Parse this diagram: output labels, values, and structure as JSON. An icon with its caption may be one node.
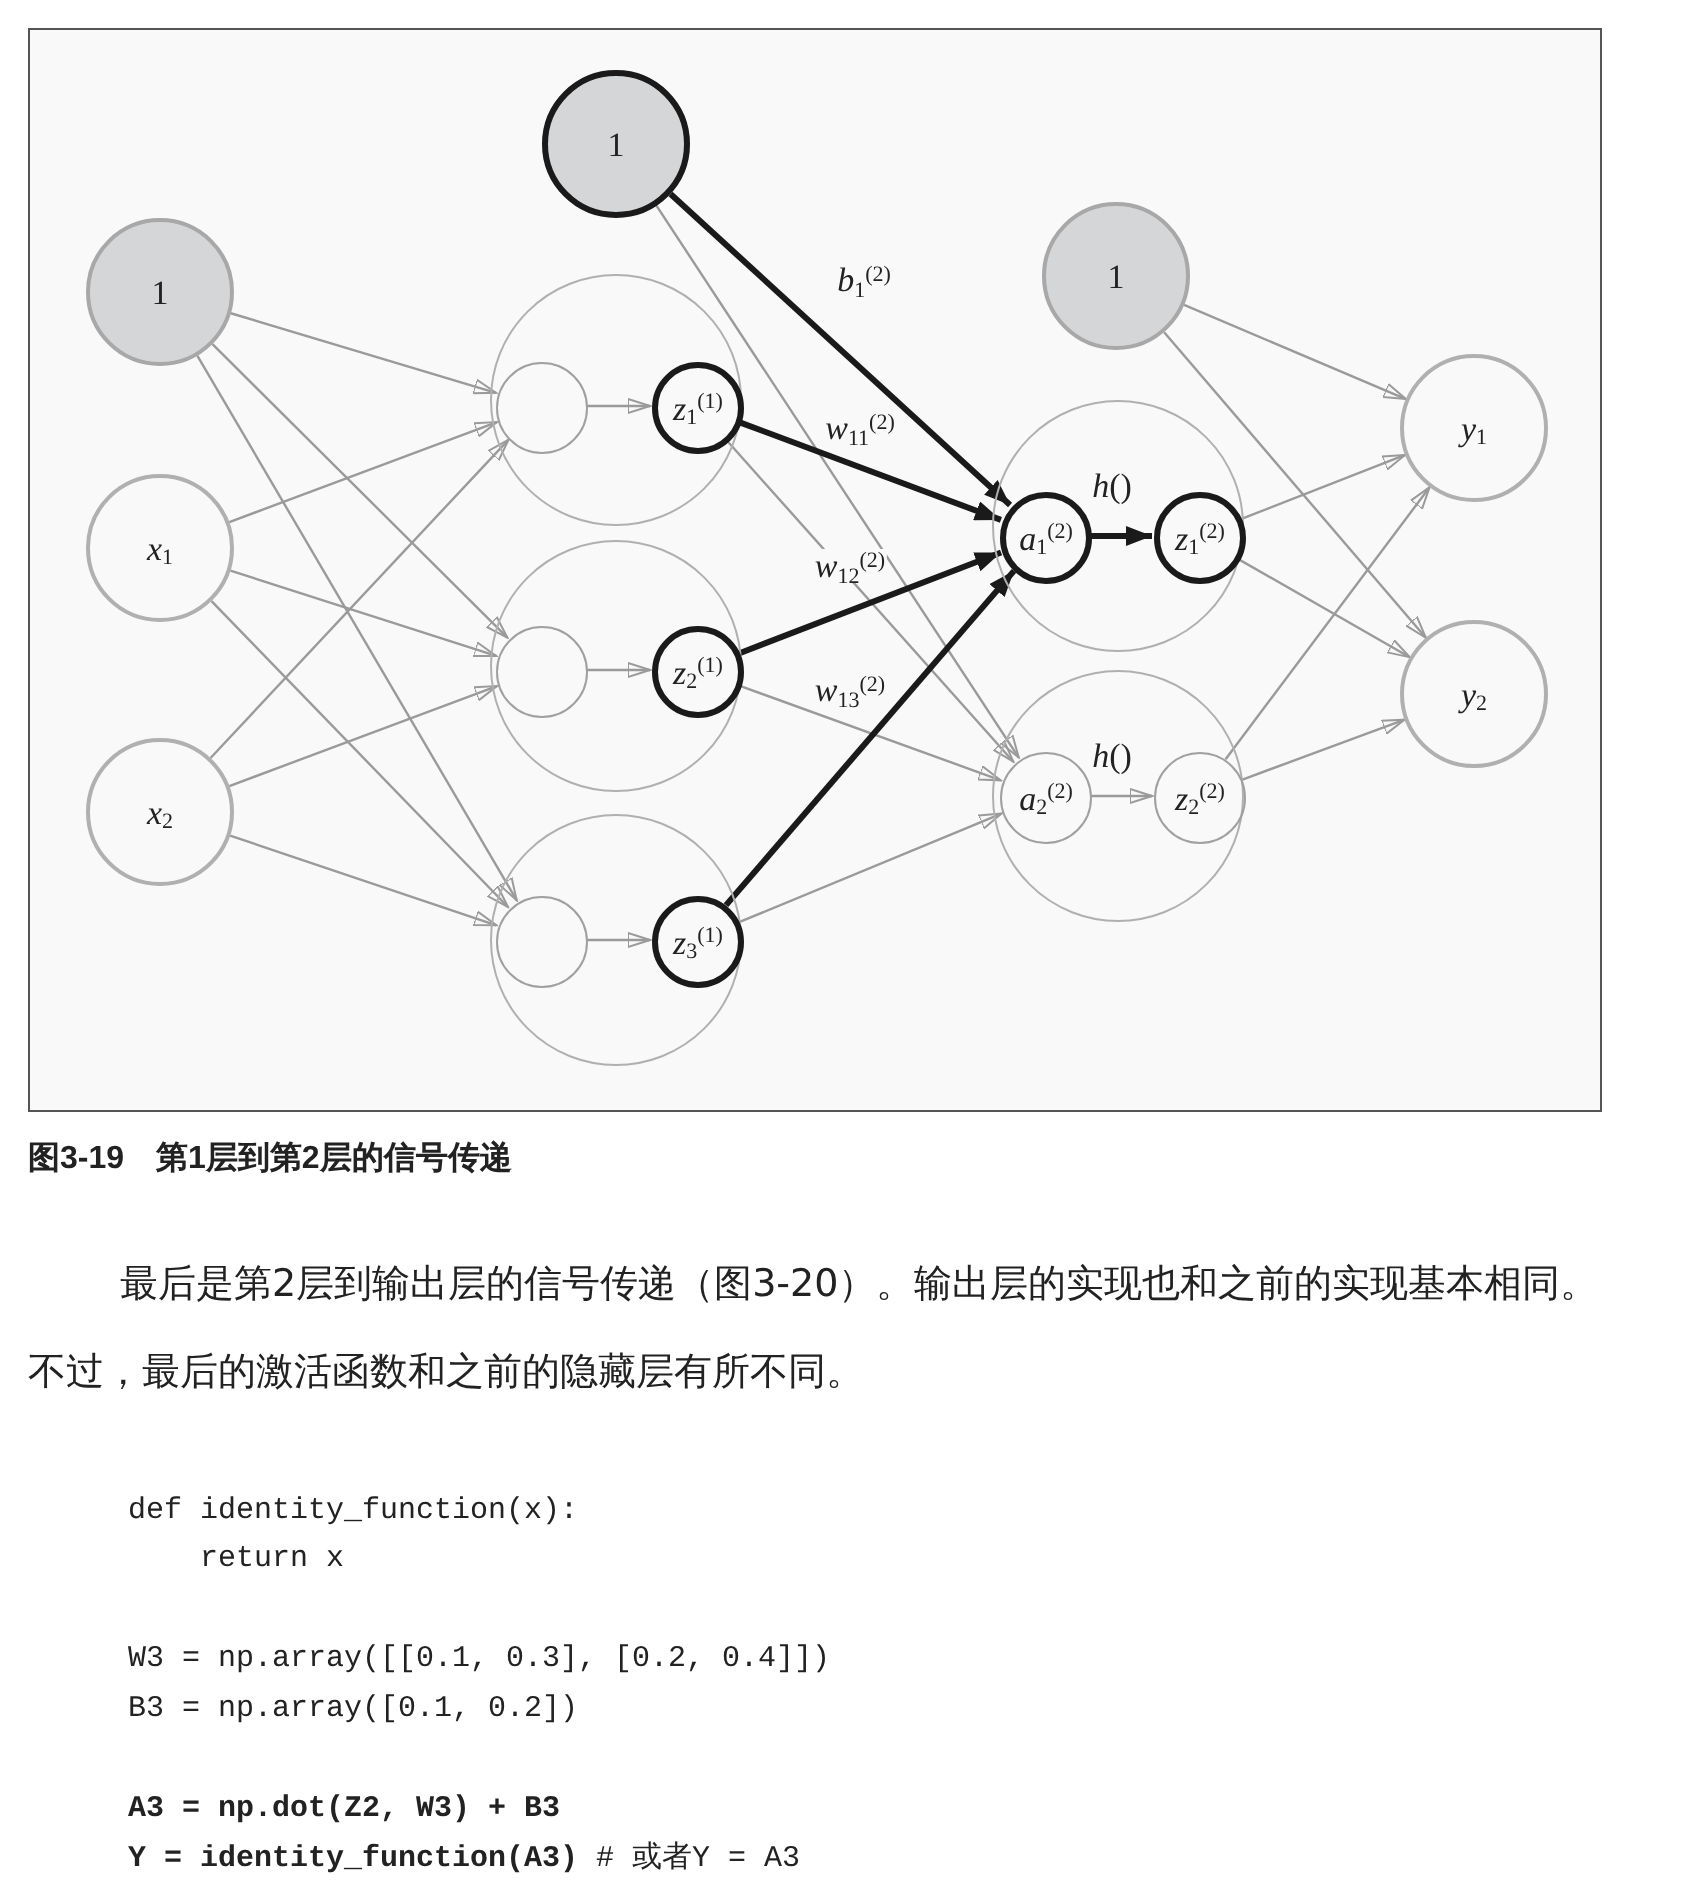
{
  "diagram": {
    "caption": "图3-19　第1层到第2层的信号传递",
    "nodes": [
      {
        "text": [
          "1"
        ]
      },
      {
        "text": [
          "*x*$_{1}$"
        ]
      },
      {
        "text": [
          "*x*$_{2}$"
        ]
      },
      {
        "text": [],
        "shape": "circle"
      },
      {
        "text": [],
        "shape": "circle",
        "in": 3
      },
      {
        "text": [
          "*z*$_{1}$$^{(1)}$"
        ],
        "in": 3
      },
      {
        "text": [],
        "shape": "circle"
      },
      {
        "text": [],
        "shape": "circle",
        "in": 6
      },
      {
        "text": [
          "*z*$_{2}$$^{(1)}$"
        ],
        "in": 6
      },
      {
        "text": [],
        "shape": "circle"
      },
      {
        "text": [],
        "shape": "circle",
        "in": 9
      },
      {
        "text": [
          "*z*$_{3}$$^{(1)}$"
        ],
        "in": 9
      },
      {
        "text": [
          "1"
        ]
      },
      {
        "text": [
          "1"
        ]
      },
      {
        "text": [],
        "shape": "circle"
      },
      {
        "text": [
          "*a*$_{1}$$^{(2)}$"
        ],
        "in": 14
      },
      {
        "text": [
          "*z*$_{1}$$^{(2)}$"
        ],
        "in": 14
      },
      {
        "text": [],
        "shape": "circle"
      },
      {
        "text": [
          "*a*$_{2}$$^{(2)}$"
        ],
        "in": 17
      },
      {
        "text": [
          "*z*$_{2}$$^{(2)}$"
        ],
        "in": 17
      },
      {
        "text": [
          "*y*$_{1}$"
        ]
      },
      {
        "text": [
          "*y*$_{2}$"
        ]
      }
    ],
    "edges": [
      {
        "from": 0,
        "to": 4,
        "arrow": "to"
      },
      {
        "from": 0,
        "to": 7,
        "arrow": "to"
      },
      {
        "from": 0,
        "to": 10,
        "arrow": "to"
      },
      {
        "from": 1,
        "to": 4,
        "arrow": "to"
      },
      {
        "from": 1,
        "to": 7,
        "arrow": "to"
      },
      {
        "from": 1,
        "to": 10,
        "arrow": "to"
      },
      {
        "from": 2,
        "to": 4,
        "arrow": "to"
      },
      {
        "from": 2,
        "to": 7,
        "arrow": "to"
      },
      {
        "from": 2,
        "to": 10,
        "arrow": "to"
      },
      {
        "from": 4,
        "to": 5,
        "arrow": "to"
      },
      {
        "from": 7,
        "to": 8,
        "arrow": "to"
      },
      {
        "from": 10,
        "to": 11,
        "arrow": "to"
      },
      {
        "from": 12,
        "to": 15,
        "arrow": "to",
        "label": "*b*$_{1}$$^{(2)}$",
        "style": "thick",
        "color": "#1a1a1a"
      },
      {
        "from": 12,
        "to": 18,
        "arrow": "to"
      },
      {
        "from": 5,
        "to": 15,
        "arrow": "to",
        "label": "*w*$_{11}$$^{(2)}$",
        "style": "thick",
        "color": "#1a1a1a"
      },
      {
        "from": 5,
        "to": 18,
        "arrow": "to"
      },
      {
        "from": 8,
        "to": 15,
        "arrow": "to",
        "label": "*w*$_{12}$$^{(2)}$",
        "style": "thick",
        "color": "#1a1a1a"
      },
      {
        "from": 8,
        "to": 18,
        "arrow": "to"
      },
      {
        "from": 11,
        "to": 15,
        "arrow": "to",
        "label": "*w*$_{13}$$^{(2)}$",
        "style": "thick",
        "color": "#1a1a1a"
      },
      {
        "from": 11,
        "to": 18,
        "arrow": "to"
      },
      {
        "from": 15,
        "to": 16,
        "arrow": "to",
        "label": "*h*()",
        "style": "thick",
        "color": "#1a1a1a"
      },
      {
        "from": 18,
        "to": 19,
        "arrow": "to",
        "label": "*h*()"
      },
      {
        "from": 13,
        "to": 20,
        "arrow": "to"
      },
      {
        "from": 13,
        "to": 21,
        "arrow": "to"
      },
      {
        "from": 16,
        "to": 20,
        "arrow": "to"
      },
      {
        "from": 16,
        "to": 21,
        "arrow": "to"
      },
      {
        "from": 19,
        "to": 20,
        "arrow": "to"
      },
      {
        "from": 19,
        "to": 21,
        "arrow": "to"
      }
    ],
    "labels": [
      "最后是第2层到输出层的信号传递（图3-20）。输出层的实现也和之前的实现基本相同。不过，最后的激活函数和之前的隐藏层有所不同。",
      "def identity_function(x):",
      "    return x",
      "W3 = np.array([[0.1, 0.3], [0.2, 0.4]])",
      "B3 = np.array([0.1, 0.2])",
      "A3 = np.dot(Z2, W3) + B3",
      "**Y = identity_function(A3)** # 或者Y = A3"
    ]
  }
}
